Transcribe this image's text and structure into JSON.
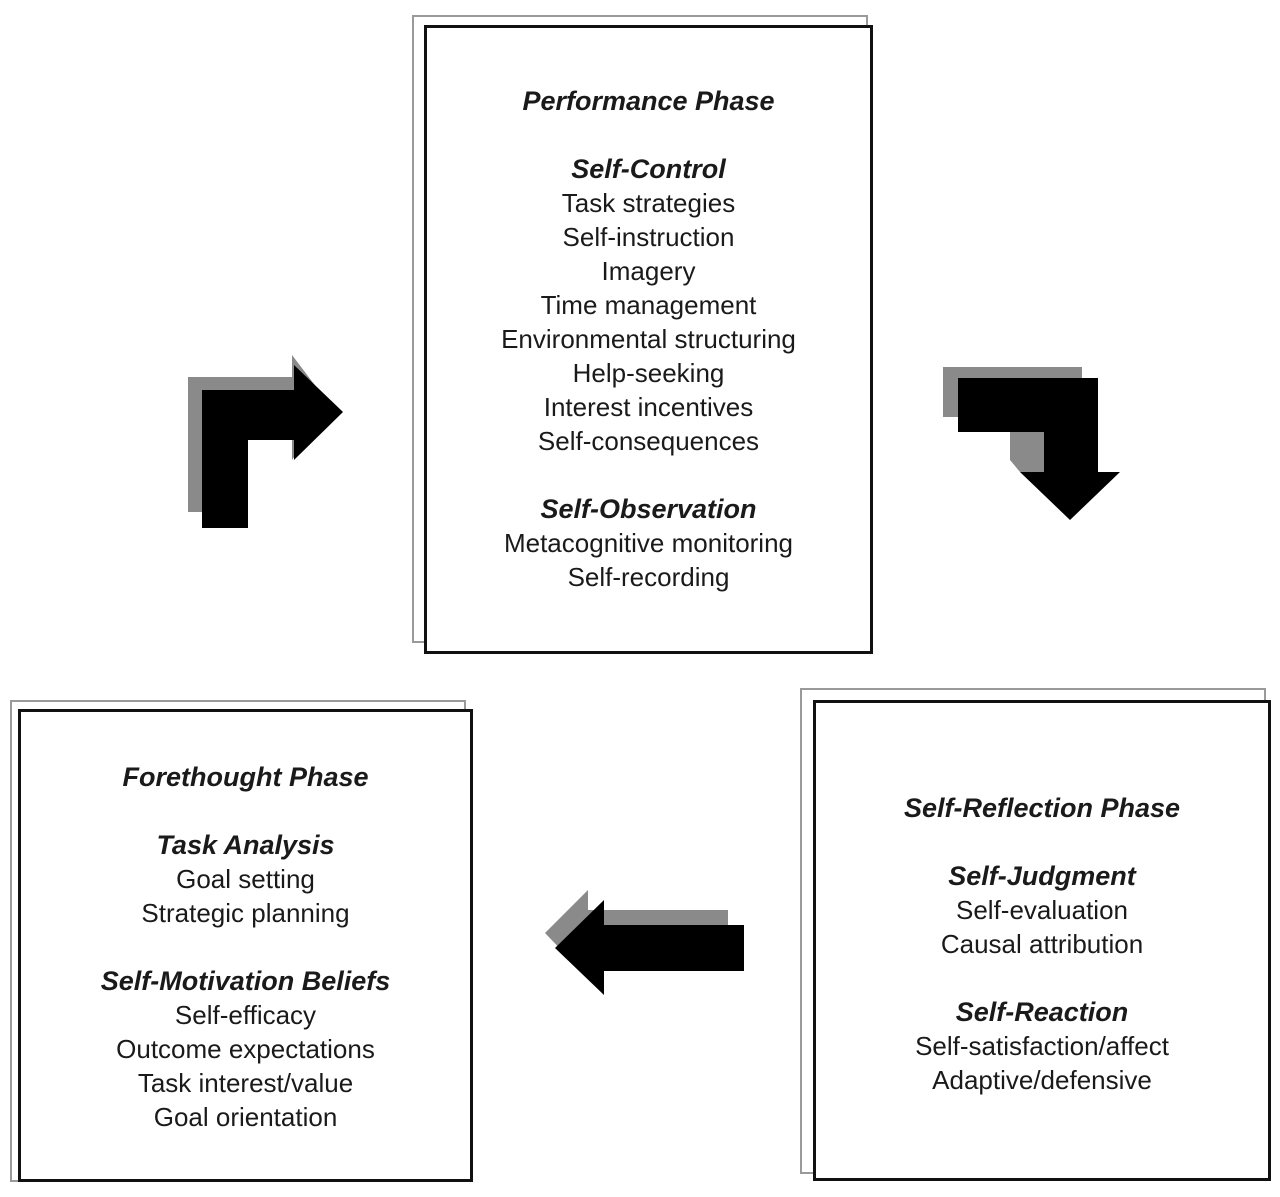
{
  "performance": {
    "title": "Performance Phase",
    "sections": [
      {
        "heading": "Self-Control",
        "items": [
          "Task strategies",
          "Self-instruction",
          "Imagery",
          "Time management",
          "Environmental structuring",
          "Help-seeking",
          "Interest incentives",
          "Self-consequences"
        ]
      },
      {
        "heading": "Self-Observation",
        "items": [
          "Metacognitive monitoring",
          "Self-recording"
        ]
      }
    ]
  },
  "forethought": {
    "title": "Forethought Phase",
    "sections": [
      {
        "heading": "Task Analysis",
        "items": [
          "Goal setting",
          "Strategic planning"
        ]
      },
      {
        "heading": "Self-Motivation Beliefs",
        "items": [
          "Self-efficacy",
          "Outcome expectations",
          "Task interest/value",
          "Goal orientation"
        ]
      }
    ]
  },
  "reflection": {
    "title": "Self-Reflection Phase",
    "sections": [
      {
        "heading": "Self-Judgment",
        "items": [
          "Self-evaluation",
          "Causal attribution"
        ]
      },
      {
        "heading": "Self-Reaction",
        "items": [
          "Self-satisfaction/affect",
          "Adaptive/defensive"
        ]
      }
    ]
  },
  "colors": {
    "arrow": "#000000",
    "arrow_shadow": "#8a8a8a",
    "frame": "#111111",
    "frame_shadow": "#9a9a9a"
  },
  "arrows": [
    {
      "name": "arrow-forethought-to-performance",
      "direction": "up-then-right"
    },
    {
      "name": "arrow-performance-to-reflection",
      "direction": "right-then-down"
    },
    {
      "name": "arrow-reflection-to-forethought",
      "direction": "left"
    }
  ]
}
